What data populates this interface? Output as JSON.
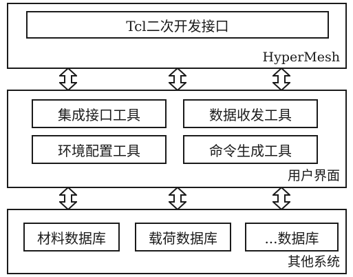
{
  "top_layer": {
    "label": "HyperMesh",
    "interface_box": "Tcl二次开发接口"
  },
  "middle_layer": {
    "label": "用户界面",
    "tools": [
      "集成接口工具",
      "数据收发工具",
      "环境配置工具",
      "命令生成工具"
    ]
  },
  "bottom_layer": {
    "label": "其他系统",
    "databases": [
      "材料数据库",
      "载荷数据库",
      "...数据库"
    ]
  },
  "connector_icon": "double-headed-arrow"
}
